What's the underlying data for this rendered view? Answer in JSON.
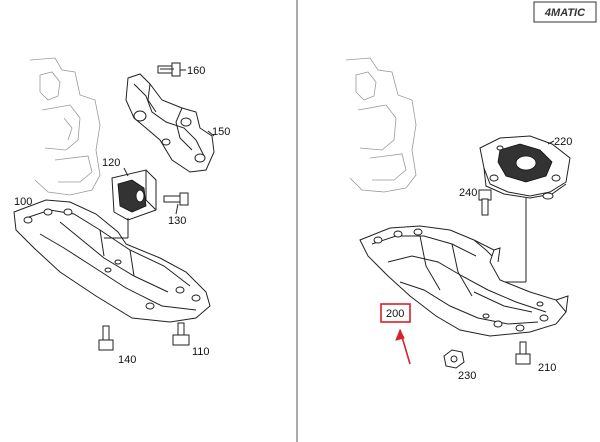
{
  "badge": {
    "text": "4MATIC"
  },
  "colors": {
    "highlight": "#d9202a",
    "ink": "#222222",
    "ghost": "#9a9a9a"
  },
  "left_panel": {
    "callouts": [
      {
        "id": "160",
        "text": "160"
      },
      {
        "id": "150",
        "text": "150"
      },
      {
        "id": "120",
        "text": "120"
      },
      {
        "id": "130",
        "text": "130"
      },
      {
        "id": "100",
        "text": "100"
      },
      {
        "id": "140",
        "text": "140"
      },
      {
        "id": "110",
        "text": "110"
      }
    ]
  },
  "right_panel": {
    "callouts": [
      {
        "id": "220",
        "text": "220"
      },
      {
        "id": "240",
        "text": "240"
      },
      {
        "id": "200",
        "text": "200",
        "highlighted": true
      },
      {
        "id": "230",
        "text": "230"
      },
      {
        "id": "210",
        "text": "210"
      }
    ]
  }
}
